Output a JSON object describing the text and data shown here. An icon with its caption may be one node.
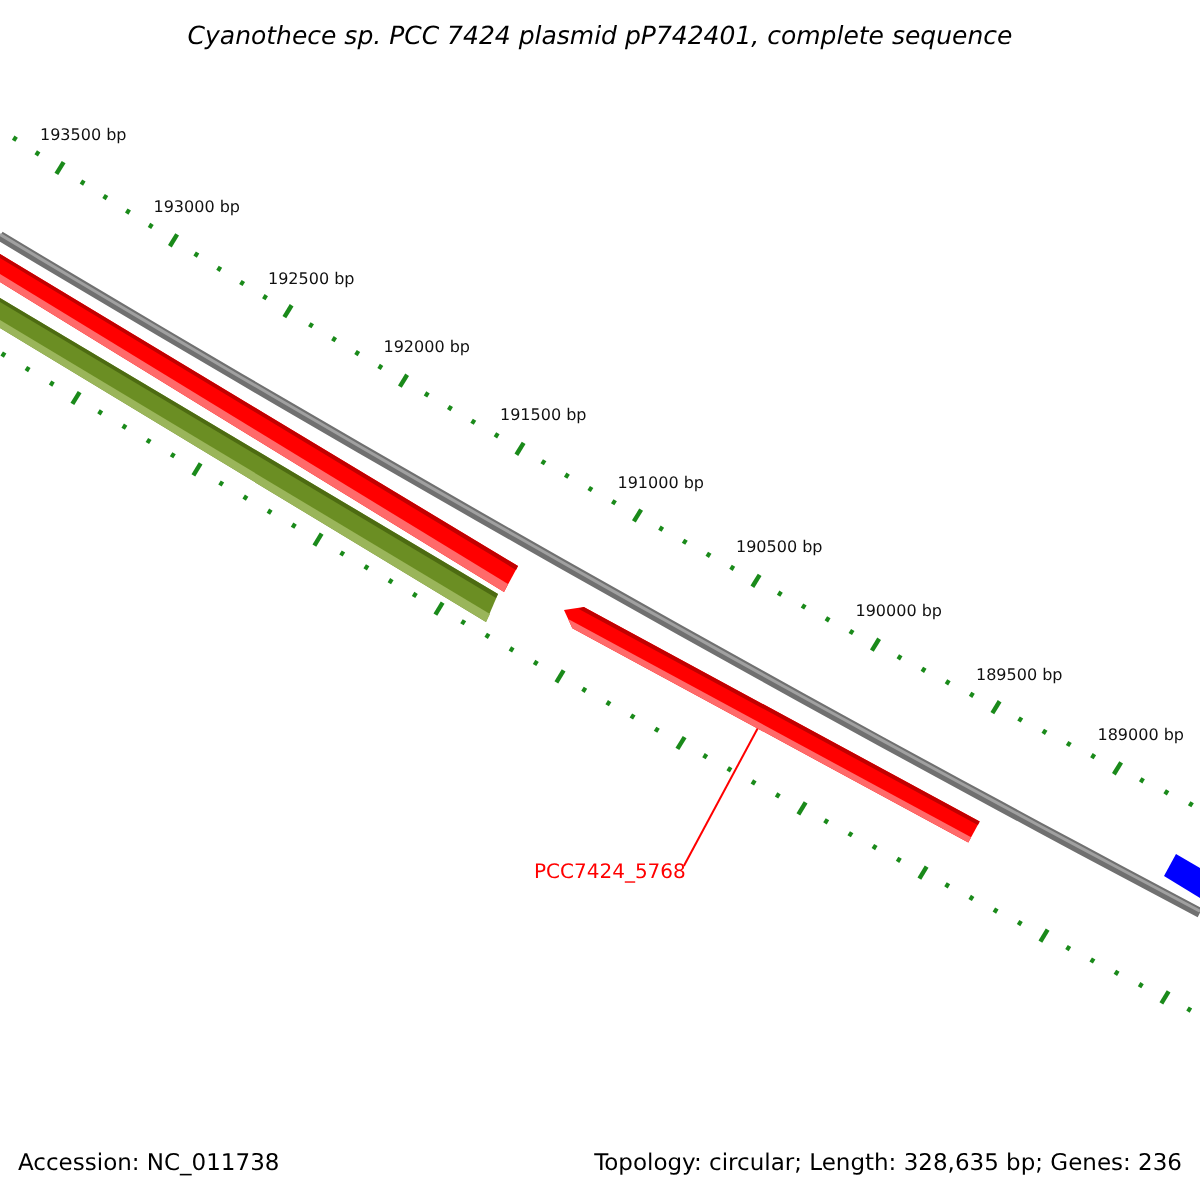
{
  "diagram": {
    "title": "Cyanothece sp. PCC 7424 plasmid pP742401, complete sequence",
    "nodes": [
      {
        "text": [
          "PCC7424_5768"
        ]
      },
      {
        "text": [],
        "shape": "bar"
      }
    ],
    "edges": [
      {
        "from": 0,
        "to": 1,
        "arrow": "none"
      }
    ],
    "labels": [
      "193500 bp",
      "193000 bp",
      "192500 bp",
      "192000 bp",
      "191500 bp",
      "191000 bp",
      "190500 bp",
      "190000 bp",
      "189500 bp",
      "189000 bp",
      "Accession: NC_011738",
      "Topology: circular; Length: 328,635 bp; Genes: 236"
    ]
  }
}
